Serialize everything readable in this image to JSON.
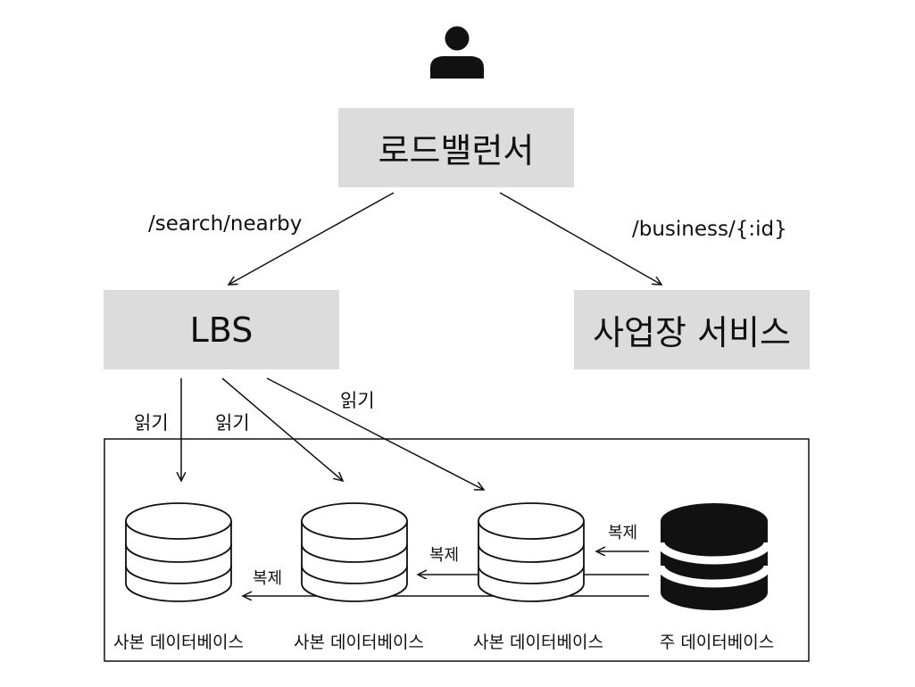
{
  "nodes": {
    "load_balancer": "로드밸런서",
    "lbs": "LBS",
    "business_service": "사업장 서비스"
  },
  "edges": {
    "search_nearby": "/search/nearby",
    "business_id": "/business/{:id}",
    "read_1": "읽기",
    "read_2": "읽기",
    "read_3": "읽기",
    "replicate_1": "복제",
    "replicate_2": "복제",
    "replicate_3": "복제"
  },
  "databases": {
    "replica_1": "사본 데이터베이스",
    "replica_2": "사본 데이터베이스",
    "replica_3": "사본 데이터베이스",
    "primary": "주 데이터베이스"
  },
  "icons": {
    "user": "user-icon",
    "replica_db": "database-icon-outline",
    "primary_db": "database-icon-filled"
  }
}
